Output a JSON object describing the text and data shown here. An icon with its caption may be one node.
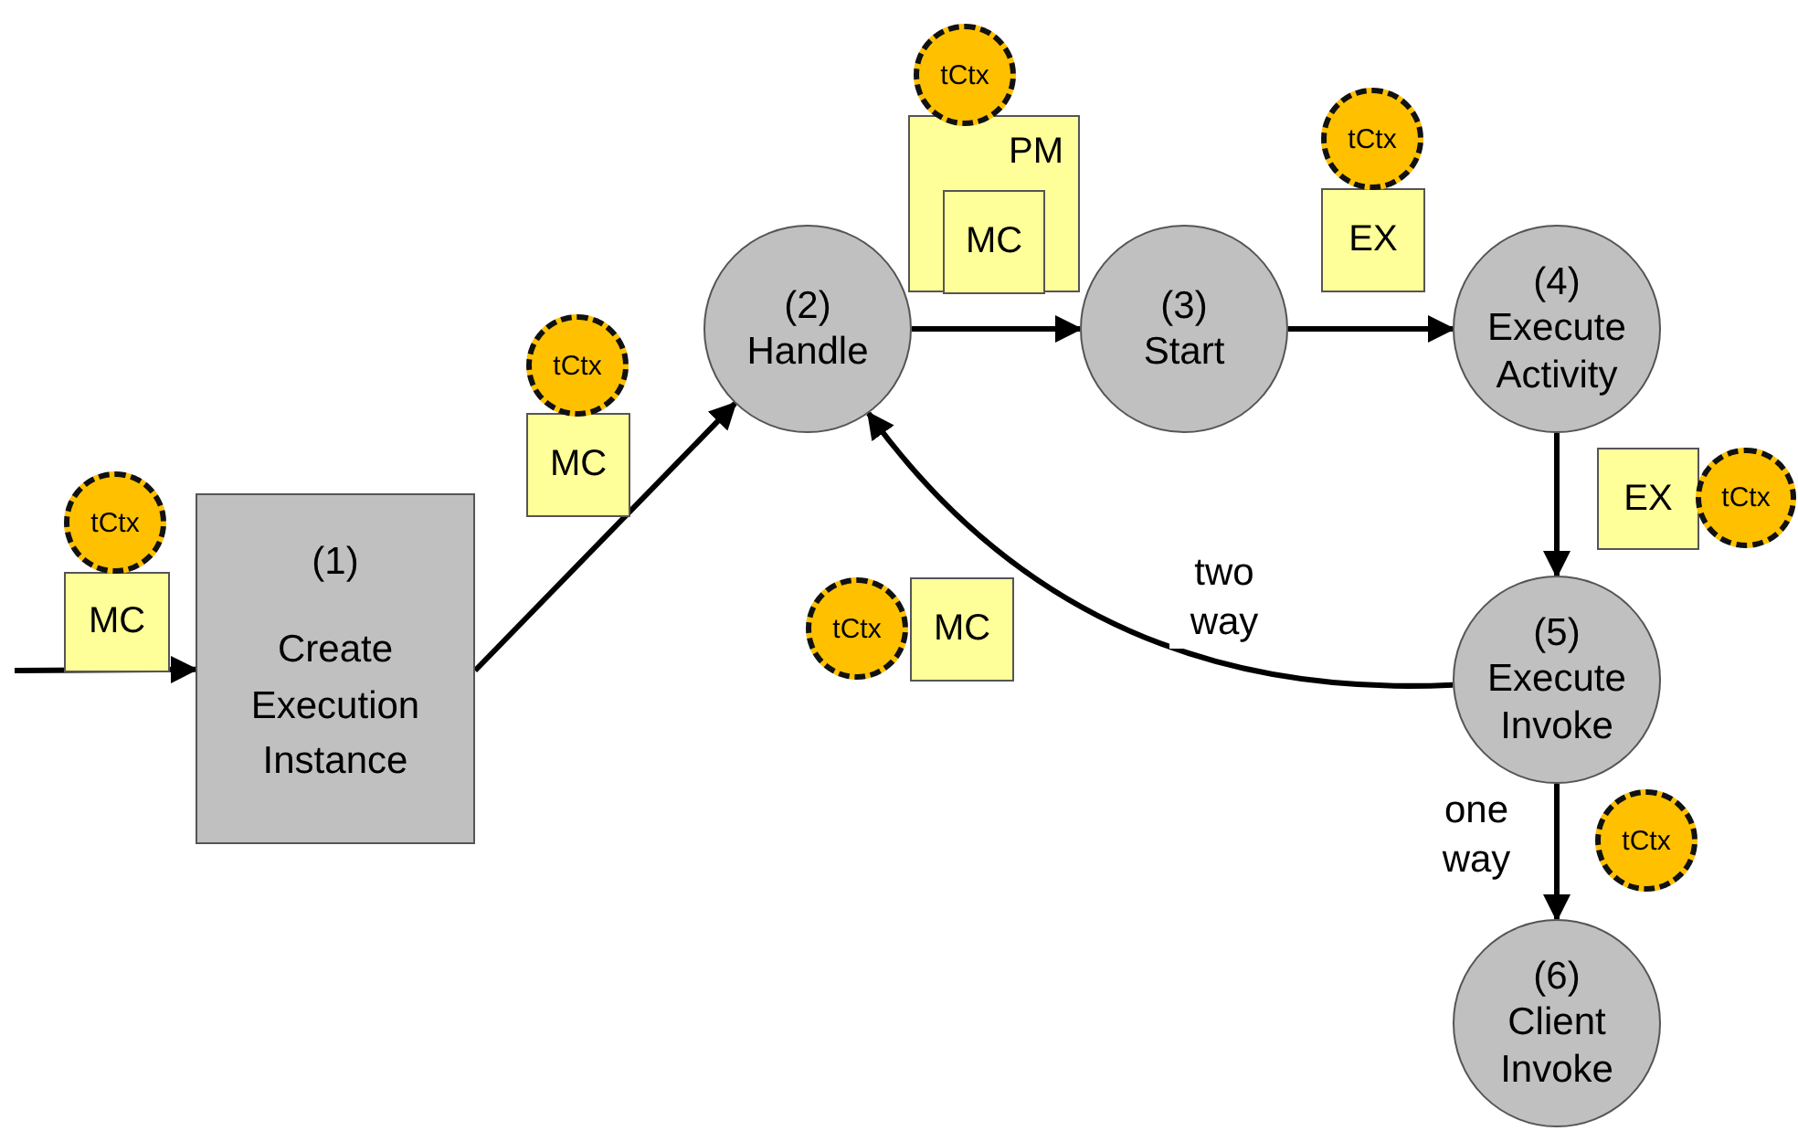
{
  "diagram": {
    "nodes": [
      {
        "text": [
          "tCtx"
        ]
      },
      {
        "text": [
          "PM"
        ]
      },
      {
        "text": [
          "MC"
        ],
        "in": 1
      },
      {
        "text": [
          "tCtx"
        ]
      },
      {
        "text": [
          "EX"
        ]
      },
      {
        "text": [
          "(2)",
          "Handle"
        ]
      },
      {
        "text": [
          "(3)",
          "Start"
        ]
      },
      {
        "text": [
          "(4)",
          "Execute Activity"
        ]
      },
      {
        "text": [
          "tCtx"
        ]
      },
      {
        "text": [
          "MC"
        ]
      },
      {
        "text": [
          "EX"
        ]
      },
      {
        "text": [
          "tCtx"
        ]
      },
      {
        "text": [
          "tCtx"
        ]
      },
      {
        "text": [
          "MC"
        ]
      },
      {
        "text": [
          "(1)",
          "Create Execution Instance"
        ]
      },
      {
        "text": [
          "tCtx"
        ]
      },
      {
        "text": [
          "MC"
        ]
      },
      {
        "text": [
          "(5)",
          "Execute Invoke"
        ]
      },
      {
        "text": [
          "tCtx"
        ]
      },
      {
        "text": [
          "(6)",
          "Client Invoke"
        ]
      }
    ],
    "edges": [
      {
        "from": null,
        "to": 14,
        "arrow": "to"
      },
      {
        "from": 14,
        "to": 5,
        "arrow": "to"
      },
      {
        "from": 5,
        "to": 6,
        "arrow": "to"
      },
      {
        "from": 6,
        "to": 7,
        "arrow": "to"
      },
      {
        "from": 7,
        "to": 17,
        "arrow": "to"
      },
      {
        "from": 17,
        "to": 5,
        "arrow": "to",
        "label": "two way"
      },
      {
        "from": 17,
        "to": 19,
        "arrow": "to",
        "label": "one way"
      }
    ]
  }
}
